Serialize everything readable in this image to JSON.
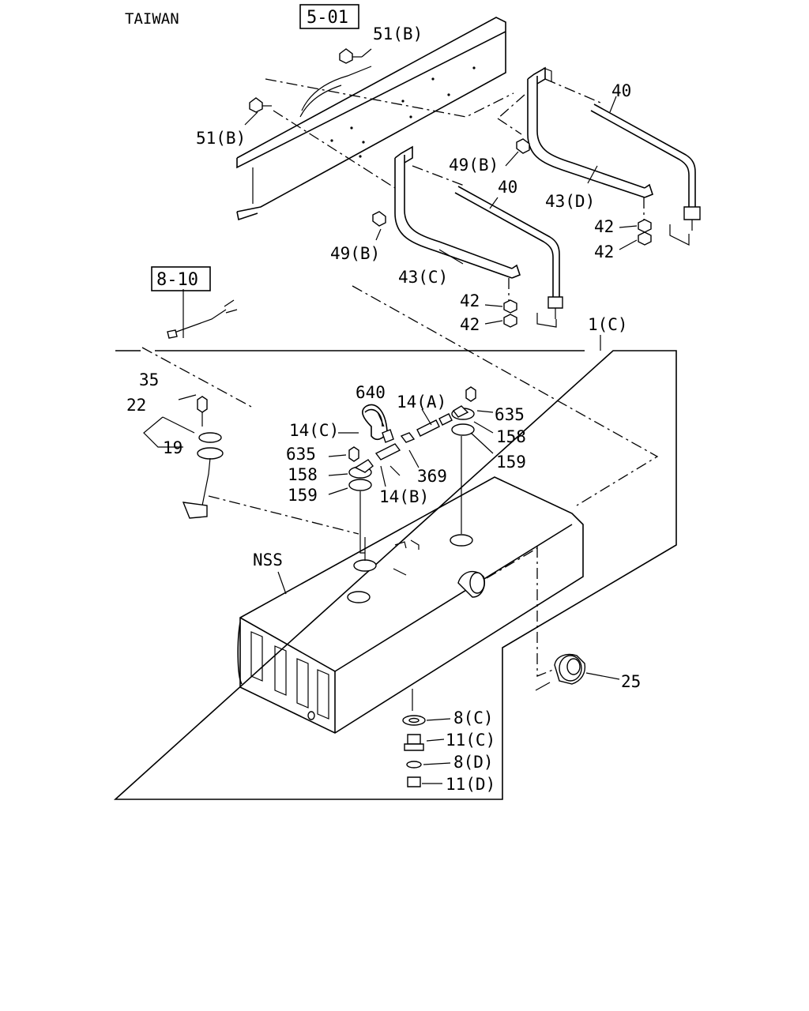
{
  "region": "TAIWAN",
  "refs": {
    "frame": "5-01",
    "wiring": "8-10"
  },
  "callouts": {
    "bolt_b_top": "51(B)",
    "bolt_b_left": "51(B)",
    "strap_right": "40",
    "strap_left": "40",
    "nut_b_right": "49(B)",
    "nut_b_left": "49(B)",
    "bracket_d": "43(D)",
    "bracket_c": "43(C)",
    "nut_r1": "42",
    "nut_r2": "42",
    "nut_l1": "42",
    "nut_l2": "42",
    "tank_assembly": "1(C)",
    "screw_35": "35",
    "gasket_22": "22",
    "unit_19": "19",
    "pipe_640": "640",
    "hose_14a": "14(A)",
    "hose_14c": "14(C)",
    "screw_635_right": "635",
    "screw_635_left": "635",
    "seal_158_right": "158",
    "seal_158_left": "158",
    "seal_159_right": "159",
    "seal_159_left": "159",
    "joint_369": "369",
    "hose_14b": "14(B)",
    "nss": "NSS",
    "cap_25": "25",
    "washer_8c": "8(C)",
    "plug_11c": "11(C)",
    "washer_8d": "8(D)",
    "plug_11d": "11(D)"
  }
}
